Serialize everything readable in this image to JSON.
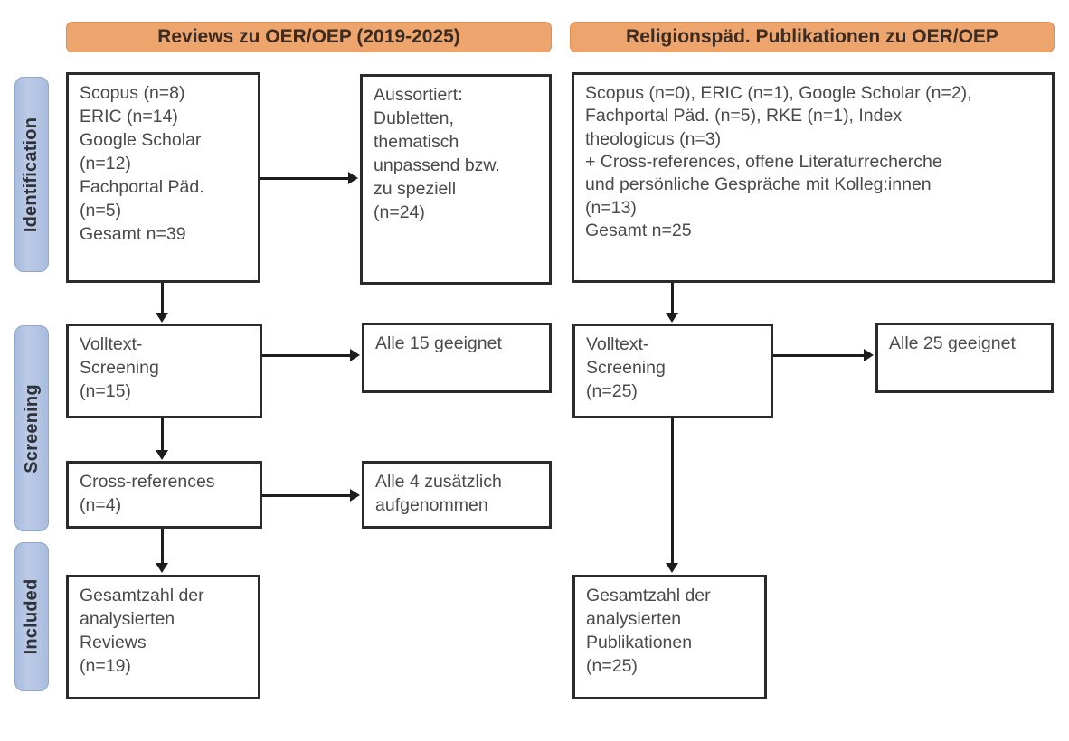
{
  "diagram": {
    "title": "PRISMA-Flussdiagramm Reviews und religionspaedagogische Publikationen zu OER/OEP",
    "accent_header": "#eda46d",
    "accent_stage": "#aabddf",
    "box_border": "#2b2b2b"
  },
  "stages": [
    {
      "label": "Identification"
    },
    {
      "label": "Screening"
    },
    {
      "label": "Included"
    }
  ],
  "columns": [
    {
      "header": "Reviews zu OER/OEP (2019-2025)"
    },
    {
      "header": "Religionspäd. Publikationen zu OER/OEP"
    }
  ],
  "boxes": {
    "left_sources": "Scopus (n=8)\nERIC (n=14)\nGoogle Scholar\n(n=12)\nFachportal Päd.\n(n=5)\nGesamt n=39",
    "left_excluded": "Aussortiert:\nDubletten,\nthematisch\nunpassend bzw.\nzu speziell\n(n=24)",
    "left_fulltext": "Volltext-\nScreening\n(n=15)",
    "left_fulltext_result": "Alle 15 geeignet",
    "left_crossrefs": "Cross-references\n(n=4)",
    "left_crossrefs_result": "Alle 4 zusätzlich\naufgenommen",
    "left_included": "Gesamtzahl der\nanalysierten\nReviews\n(n=19)",
    "right_sources": "Scopus (n=0), ERIC (n=1), Google Scholar (n=2),\nFachportal Päd. (n=5), RKE (n=1), Index\ntheologicus (n=3)\n+ Cross-references, offene Literaturrecherche\nund persönliche Gespräche mit Kolleg:innen\n(n=13)\nGesamt n=25",
    "right_fulltext": "Volltext-\nScreening\n(n=25)",
    "right_fulltext_result": "Alle 25 geeignet",
    "right_included": "Gesamtzahl der\nanalysierten\nPublikationen\n(n=25)"
  },
  "counts": {
    "left_scopus": 8,
    "left_eric": 14,
    "left_google_scholar": 12,
    "left_fachportal": 5,
    "left_total": 39,
    "left_excluded": 24,
    "left_fulltext": 15,
    "left_crossrefs": 4,
    "left_included": 19,
    "right_scopus": 0,
    "right_eric": 1,
    "right_google_scholar": 2,
    "right_fachportal": 5,
    "right_rke": 1,
    "right_index_theologicus": 3,
    "right_additional": 13,
    "right_total": 25,
    "right_fulltext": 25,
    "right_included": 25
  }
}
